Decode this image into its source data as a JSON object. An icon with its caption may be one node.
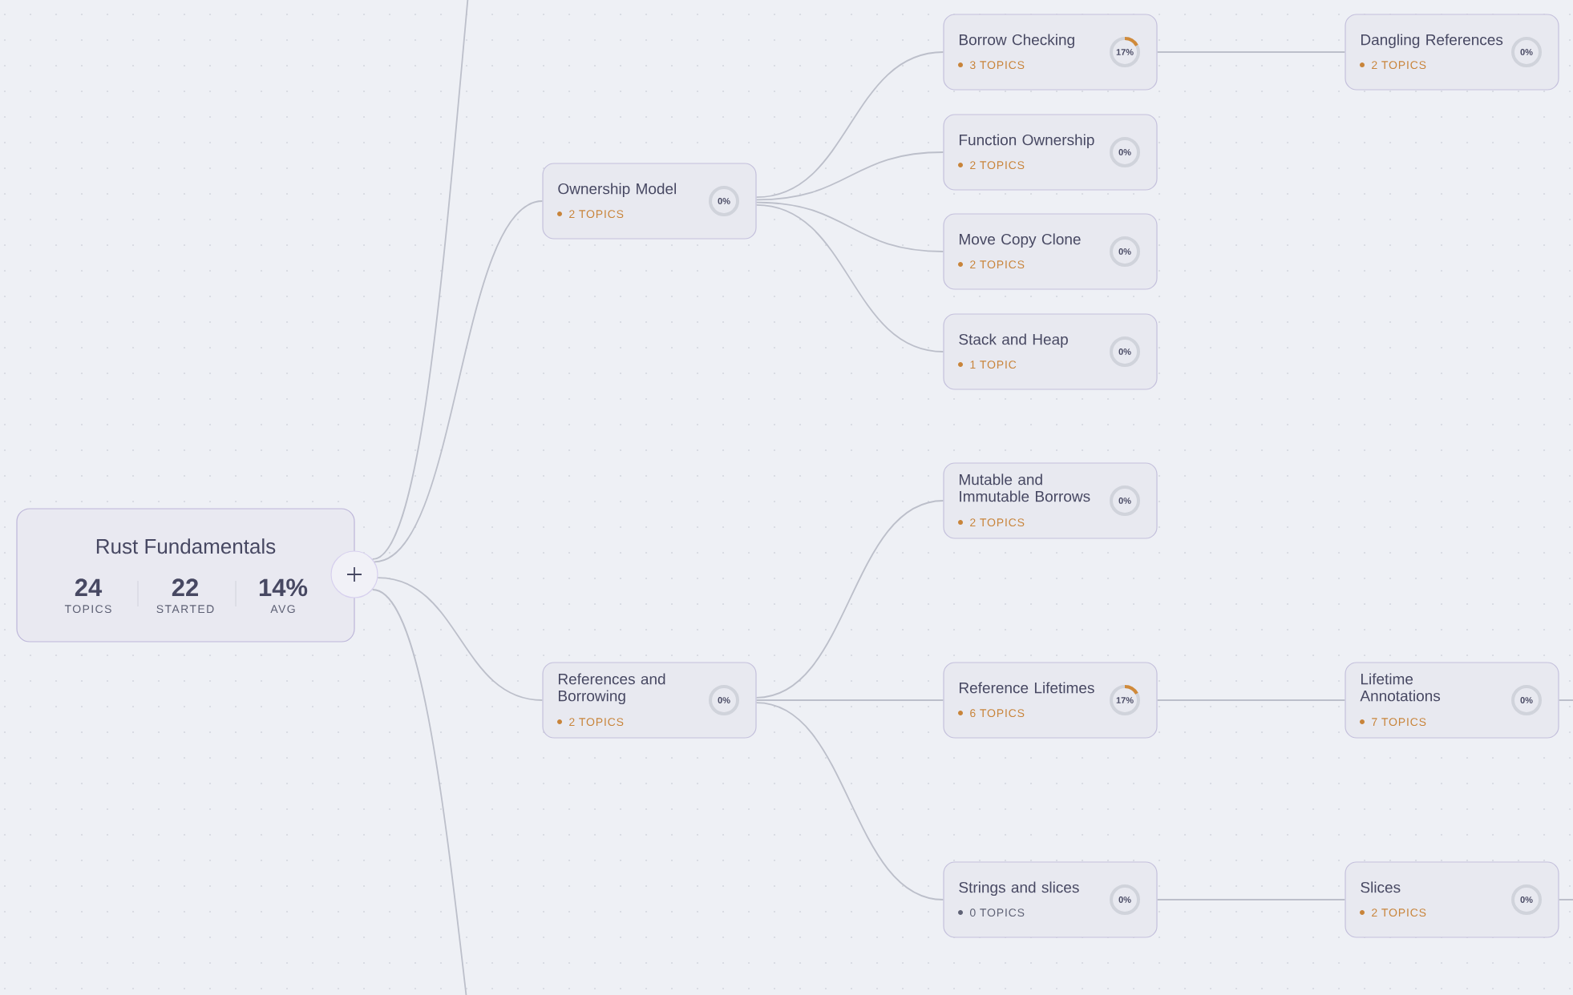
{
  "diagram": {
    "nodes": [
      {
        "text": [
          "Rust Fundamentals",
          "24",
          "TOPICS",
          "22",
          "STARTED",
          "14%",
          "AVG"
        ]
      },
      {
        "text": [],
        "shape": "circle"
      },
      {
        "text": [
          "Ownership Model",
          "2 TOPICS",
          "0%"
        ]
      },
      {
        "text": [
          "Borrow Checking",
          "3 TOPICS",
          "17%"
        ]
      },
      {
        "text": [
          "Dangling References",
          "2 TOPICS",
          "0%"
        ]
      },
      {
        "text": [
          "Function Ownership",
          "2 TOPICS",
          "0%"
        ]
      },
      {
        "text": [
          "Move Copy Clone",
          "2 TOPICS",
          "0%"
        ]
      },
      {
        "text": [
          "Stack and Heap",
          "1 TOPIC",
          "0%"
        ]
      },
      {
        "text": [
          "References and Borrowing",
          "2 TOPICS",
          "0%"
        ]
      },
      {
        "text": [
          "Mutable and Immutable Borrows",
          "2 TOPICS",
          "0%"
        ]
      },
      {
        "text": [
          "Reference Lifetimes",
          "6 TOPICS",
          "17%"
        ]
      },
      {
        "text": [
          "Lifetime Annotations",
          "7 TOPICS",
          "0%"
        ]
      },
      {
        "text": [
          "Strings and slices",
          "0 TOPICS",
          "0%"
        ]
      },
      {
        "text": [
          "Slices",
          "2 TOPICS",
          "0%"
        ]
      }
    ],
    "edges": [
      {
        "from": 1,
        "to": null,
        "arrow": "none"
      },
      {
        "from": 1,
        "to": 2,
        "arrow": "none"
      },
      {
        "from": 1,
        "to": 8,
        "arrow": "none"
      },
      {
        "from": 1,
        "to": null,
        "arrow": "none"
      },
      {
        "from": 2,
        "to": 3,
        "arrow": "none"
      },
      {
        "from": 2,
        "to": 5,
        "arrow": "none"
      },
      {
        "from": 2,
        "to": 6,
        "arrow": "none"
      },
      {
        "from": 2,
        "to": 7,
        "arrow": "none"
      },
      {
        "from": 3,
        "to": 4,
        "arrow": "none"
      },
      {
        "from": 8,
        "to": 9,
        "arrow": "none"
      },
      {
        "from": 8,
        "to": 10,
        "arrow": "none"
      },
      {
        "from": 8,
        "to": 12,
        "arrow": "none"
      },
      {
        "from": 10,
        "to": 11,
        "arrow": "none"
      },
      {
        "from": 11,
        "to": null,
        "arrow": "none"
      },
      {
        "from": 12,
        "to": 13,
        "arrow": "none"
      },
      {
        "from": 13,
        "to": null,
        "arrow": "none"
      }
    ]
  }
}
